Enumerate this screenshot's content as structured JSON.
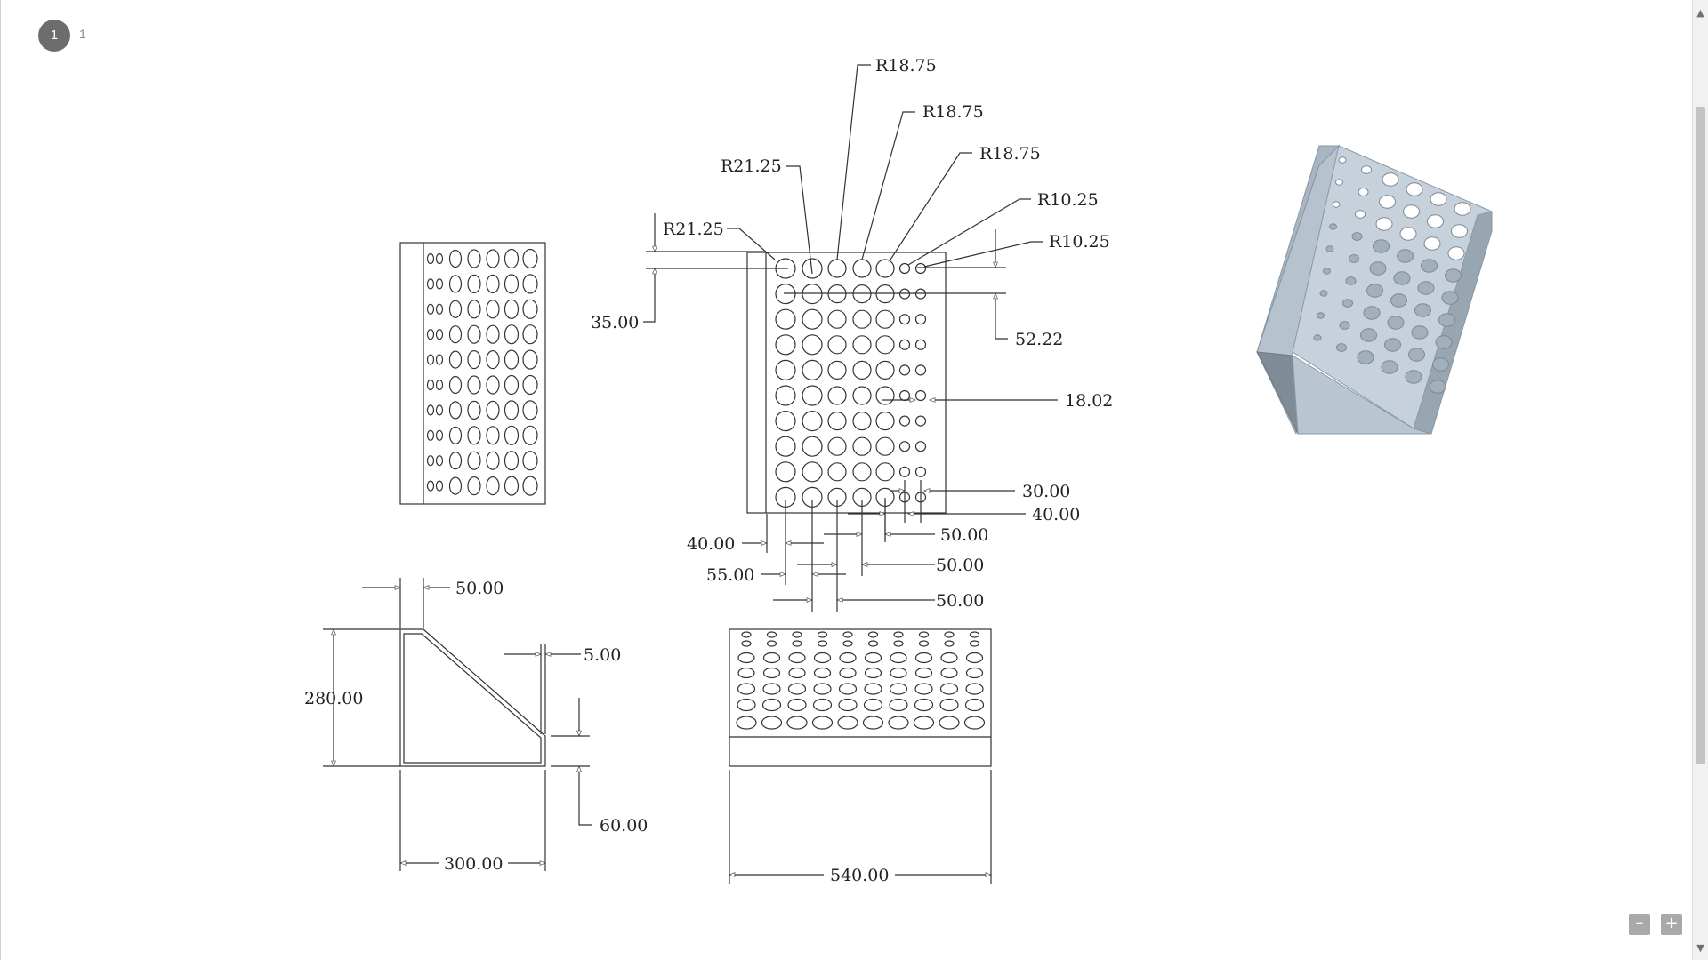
{
  "viewer": {
    "current_page": "1",
    "total_pages": "1",
    "zoom_out_label": "–",
    "zoom_in_label": "+",
    "scroll_up_icon": "▲",
    "scroll_down_icon": "▼"
  },
  "drawing": {
    "front_view": {
      "labels": {
        "r1": "R21.25",
        "r2": "R21.25",
        "r3": "R18.75",
        "r4": "R18.75",
        "r5": "R18.75",
        "r6": "R10.25",
        "r7": "R10.25",
        "d35": "35.00",
        "d52": "52.22",
        "d18": "18.02",
        "d30": "30.00",
        "d40r": "40.00",
        "d40l": "40.00",
        "d55": "55.00",
        "d50a": "50.00",
        "d50b": "50.00",
        "d50c": "50.00"
      },
      "hole_columns": 7,
      "hole_rows": 10
    },
    "side_view": {
      "labels": {
        "d50": "50.00",
        "d5": "5.00",
        "d280": "280.00",
        "d60": "60.00",
        "d300": "300.00"
      }
    },
    "bottom_view": {
      "labels": {
        "d540": "540.00"
      }
    }
  },
  "colors": {
    "line": "#333333",
    "iso_light": "#c5d0da",
    "iso_mid": "#a9b6c2",
    "iso_dark": "#7e8a95"
  }
}
